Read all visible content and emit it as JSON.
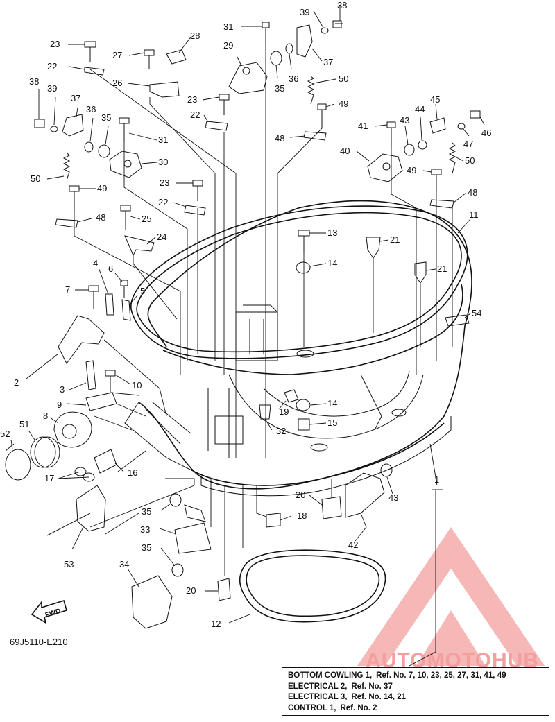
{
  "diagram_code": "69J5110-E210",
  "fwd_label": "FWD",
  "watermark": {
    "text": "AUTOMOTOHUB",
    "color": "#f08080"
  },
  "callouts": [
    {
      "id": "c38a",
      "label": "38"
    },
    {
      "id": "c39a",
      "label": "39"
    },
    {
      "id": "c31a",
      "label": "31"
    },
    {
      "id": "c37a",
      "label": "37"
    },
    {
      "id": "c29",
      "label": "29"
    },
    {
      "id": "c36a",
      "label": "36"
    },
    {
      "id": "c35a",
      "label": "35"
    },
    {
      "id": "c50a",
      "label": "50"
    },
    {
      "id": "c49a",
      "label": "49"
    },
    {
      "id": "c48a",
      "label": "48"
    },
    {
      "id": "c23a",
      "label": "23"
    },
    {
      "id": "c28",
      "label": "28"
    },
    {
      "id": "c27",
      "label": "27"
    },
    {
      "id": "c22a",
      "label": "22"
    },
    {
      "id": "c26",
      "label": "26"
    },
    {
      "id": "c23b",
      "label": "23"
    },
    {
      "id": "c22b",
      "label": "22"
    },
    {
      "id": "c38b",
      "label": "38"
    },
    {
      "id": "c39b",
      "label": "39"
    },
    {
      "id": "c37b",
      "label": "37"
    },
    {
      "id": "c36b",
      "label": "36"
    },
    {
      "id": "c35b",
      "label": "35"
    },
    {
      "id": "c31b",
      "label": "31"
    },
    {
      "id": "c30",
      "label": "30"
    },
    {
      "id": "c50b",
      "label": "50"
    },
    {
      "id": "c49b",
      "label": "49"
    },
    {
      "id": "c48b",
      "label": "48"
    },
    {
      "id": "c23c",
      "label": "23"
    },
    {
      "id": "c22c",
      "label": "22"
    },
    {
      "id": "c25",
      "label": "25"
    },
    {
      "id": "c24",
      "label": "24"
    },
    {
      "id": "c45",
      "label": "45"
    },
    {
      "id": "c44",
      "label": "44"
    },
    {
      "id": "c43a",
      "label": "43"
    },
    {
      "id": "c41",
      "label": "41"
    },
    {
      "id": "c46",
      "label": "46"
    },
    {
      "id": "c47",
      "label": "47"
    },
    {
      "id": "c40",
      "label": "40"
    },
    {
      "id": "c49c",
      "label": "49"
    },
    {
      "id": "c50c",
      "label": "50"
    },
    {
      "id": "c48c",
      "label": "48"
    },
    {
      "id": "c11",
      "label": "11"
    },
    {
      "id": "c13",
      "label": "13"
    },
    {
      "id": "c21a",
      "label": "21"
    },
    {
      "id": "c14a",
      "label": "14"
    },
    {
      "id": "c21b",
      "label": "21"
    },
    {
      "id": "c54",
      "label": "54"
    },
    {
      "id": "c4",
      "label": "4"
    },
    {
      "id": "c6",
      "label": "6"
    },
    {
      "id": "c7",
      "label": "7"
    },
    {
      "id": "c5",
      "label": "5"
    },
    {
      "id": "c2",
      "label": "2"
    },
    {
      "id": "c3",
      "label": "3"
    },
    {
      "id": "c10",
      "label": "10"
    },
    {
      "id": "c9",
      "label": "9"
    },
    {
      "id": "c8",
      "label": "8"
    },
    {
      "id": "c51",
      "label": "51"
    },
    {
      "id": "c52",
      "label": "52"
    },
    {
      "id": "c16",
      "label": "16"
    },
    {
      "id": "c17",
      "label": "17"
    },
    {
      "id": "c19",
      "label": "19"
    },
    {
      "id": "c14b",
      "label": "14"
    },
    {
      "id": "c32",
      "label": "32"
    },
    {
      "id": "c15",
      "label": "15"
    },
    {
      "id": "c1",
      "label": "1"
    },
    {
      "id": "c43b",
      "label": "43"
    },
    {
      "id": "c20a",
      "label": "20"
    },
    {
      "id": "c18",
      "label": "18"
    },
    {
      "id": "c42",
      "label": "42"
    },
    {
      "id": "c35c",
      "label": "35"
    },
    {
      "id": "c33",
      "label": "33"
    },
    {
      "id": "c53",
      "label": "53"
    },
    {
      "id": "c35d",
      "label": "35"
    },
    {
      "id": "c34",
      "label": "34"
    },
    {
      "id": "c20b",
      "label": "20"
    },
    {
      "id": "c12",
      "label": "12"
    }
  ],
  "legend": [
    {
      "name": "BOTTOM COWLING 1,",
      "ref": "Ref. No. 7, 10, 23, 25, 27, 31, 41, 49"
    },
    {
      "name": "ELECTRICAL 2,",
      "ref": "Ref. No. 37"
    },
    {
      "name": "ELECTRICAL 3,",
      "ref": "Ref. No. 14, 21"
    },
    {
      "name": "CONTROL 1,",
      "ref": "Ref. No. 2"
    }
  ]
}
